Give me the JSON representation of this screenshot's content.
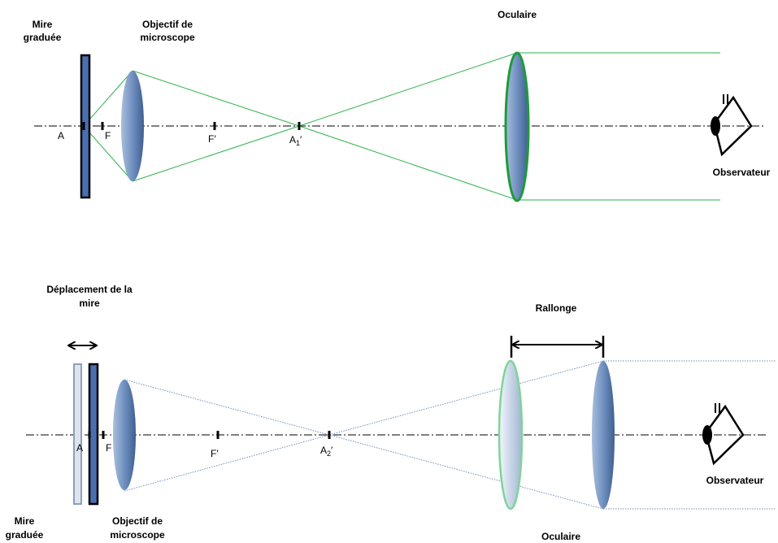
{
  "top": {
    "mire_label": [
      "Mire",
      "graduée"
    ],
    "objectif_label": [
      "Objectif de",
      "microscope"
    ],
    "oculaire_label": "Oculaire",
    "observateur_label": "Observateur",
    "point_a": "A",
    "point_f": "F",
    "point_fprime": "F′",
    "point_a1": "A",
    "point_a1_sub": "1",
    "point_a1_prime": "′"
  },
  "bottom": {
    "deplacement_label": [
      "Déplacement de la",
      "mire"
    ],
    "rallonge_label": "Rallonge",
    "mire_label": [
      "Mire",
      "graduée"
    ],
    "objectif_label": [
      "Objectif de",
      "microscope"
    ],
    "oculaire_label": "Oculaire",
    "observateur_label": "Observateur",
    "point_a": "A",
    "point_f": "F",
    "point_fprime": "F′",
    "point_a2": "A",
    "point_a2_sub": "2",
    "point_a2_prime": "′"
  },
  "colors": {
    "lens_blue": "#5c7fb3",
    "mire_blue": "#4a6fb0",
    "ray_green": "#2db34a",
    "ray_dotted": "#6f8fb8",
    "ghost_lens_border": "#7fd49a"
  }
}
